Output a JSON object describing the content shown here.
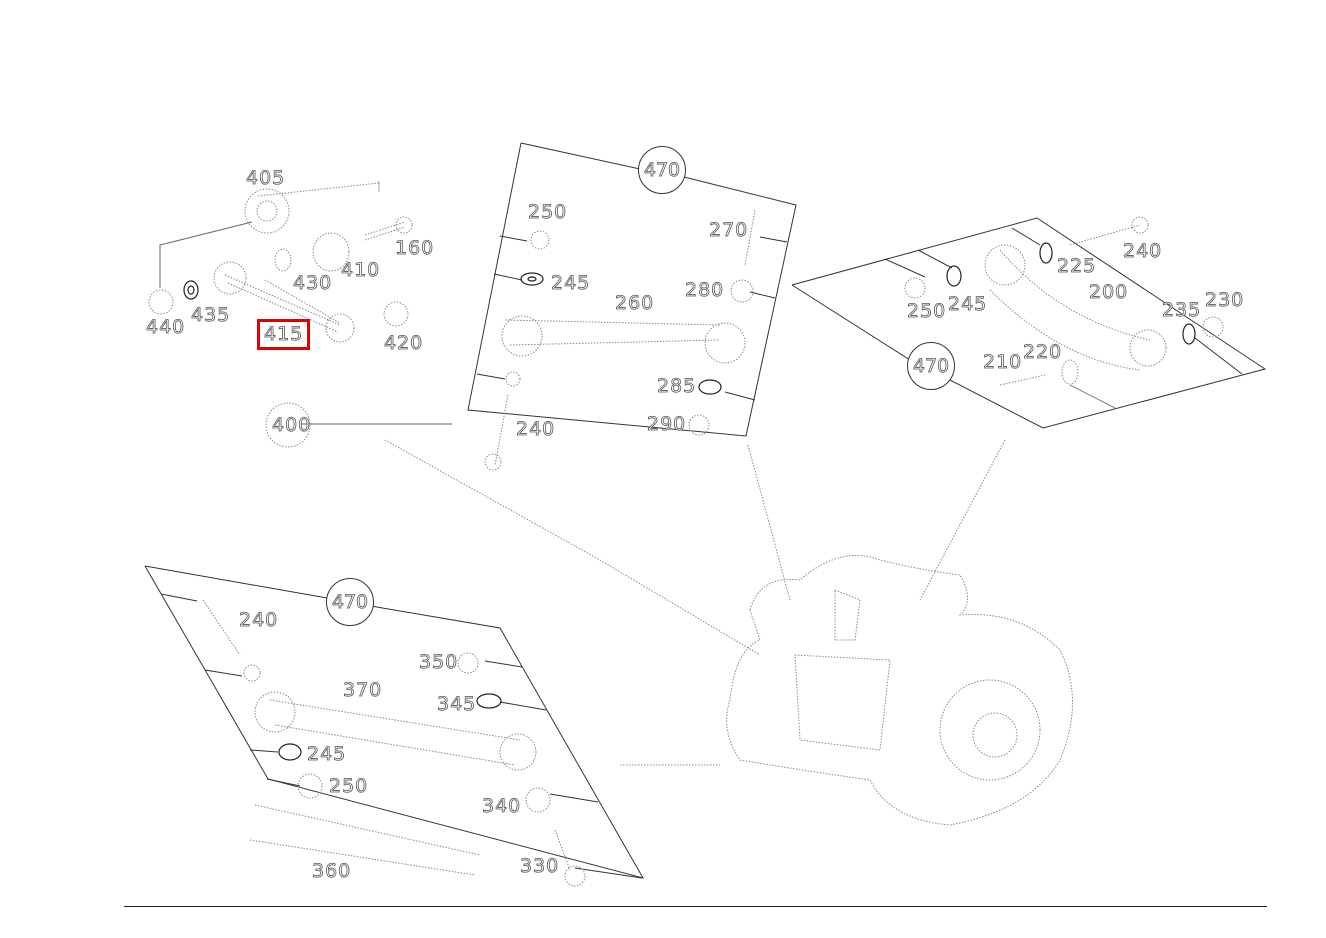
{
  "diagram": {
    "highlighted_part": "415",
    "accent_color": "#e00000",
    "groups": [
      {
        "id": "upper-left-assembly",
        "ref": "400",
        "parts": [
          "405",
          "160",
          "410",
          "430",
          "440",
          "435",
          "415",
          "420"
        ]
      },
      {
        "id": "kit-470-top-center",
        "ref": "470",
        "parts": [
          "250",
          "270",
          "245",
          "280",
          "260",
          "285",
          "290",
          "240"
        ]
      },
      {
        "id": "kit-470-right",
        "ref": "470",
        "parts": [
          "225",
          "240",
          "250",
          "245",
          "200",
          "235",
          "230",
          "210",
          "220"
        ]
      },
      {
        "id": "kit-470-bottom-left",
        "ref": "470",
        "parts": [
          "240",
          "350",
          "370",
          "345",
          "245",
          "250",
          "340",
          "360",
          "330"
        ]
      }
    ],
    "labels": {
      "l405": "405",
      "l160": "160",
      "l410": "410",
      "l430": "430",
      "l440": "440",
      "l435": "435",
      "l415": "415",
      "l420": "420",
      "l400": "400",
      "c470a": "470",
      "a250": "250",
      "a270": "270",
      "a245": "245",
      "a280": "280",
      "a260": "260",
      "a285": "285",
      "a290": "290",
      "a240": "240",
      "c470b": "470",
      "b225": "225",
      "b240": "240",
      "b250": "250",
      "b245": "245",
      "b200": "200",
      "b235": "235",
      "b230": "230",
      "b210": "210",
      "b220": "220",
      "c470c": "470",
      "d240": "240",
      "d350": "350",
      "d370": "370",
      "d345": "345",
      "d245": "245",
      "d250": "250",
      "d340": "340",
      "d360": "360",
      "d330": "330"
    }
  }
}
